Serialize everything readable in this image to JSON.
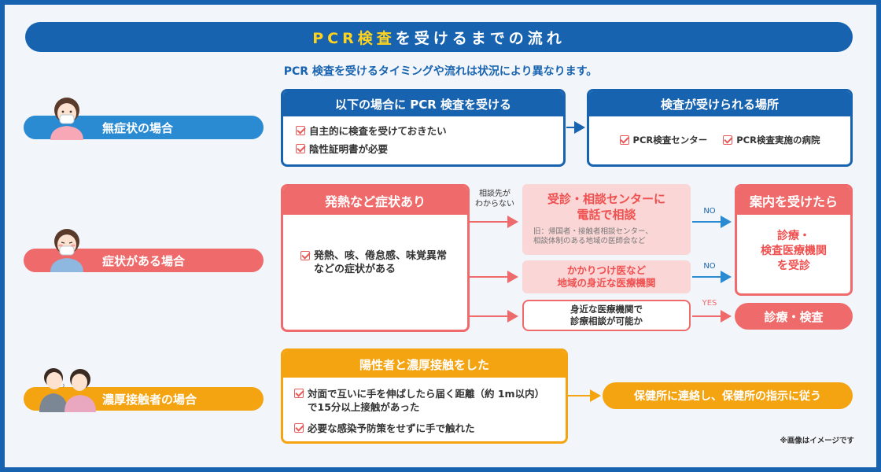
{
  "title": {
    "highlight": "PCR検査",
    "rest": "を受けるまでの流れ"
  },
  "subtitle": "PCR 検査を受けるタイミングや流れは状況により異なります。",
  "rows": {
    "asymptomatic": {
      "label": "無症状の場合",
      "box_header": "以下の場合に PCR 検査を受ける",
      "items": [
        "自主的に検査を受けておきたい",
        "陰性証明書が必要"
      ],
      "places_header": "検査が受けられる場所",
      "places": [
        "PCR検査センター",
        "PCR検査実施の病院"
      ]
    },
    "symptomatic": {
      "label": "症状がある場合",
      "box_header": "発熱など症状あり",
      "item_lines": [
        "発熱、咳、倦怠感、味覚異常",
        "などの症状がある"
      ],
      "consult_note": [
        "相談先が",
        "わからない"
      ],
      "consult_center": [
        "受診・相談センターに",
        "電話で相談"
      ],
      "consult_old": [
        "旧：帰国者・接触者相談センター、",
        "相談体制のある地域の医師会など"
      ],
      "family_doctor": [
        "かかりつけ医など",
        "地域の身近な医療機関"
      ],
      "nearby": [
        "身近な医療機関で",
        "診療相談が可能か"
      ],
      "no1": "NO",
      "no2": "NO",
      "yes": "YES",
      "guide_header": "案内を受けたら",
      "guide_body": [
        "診療・",
        "検査医療機関",
        "を受診"
      ],
      "exam": "診療・検査"
    },
    "contact": {
      "label": "濃厚接触者の場合",
      "box_header": "陽性者と濃厚接触をした",
      "item1": [
        "対面で互いに手を伸ばしたら届く距離（約 1m以内）",
        "で15分以上接触があった"
      ],
      "item2": "必要な感染予防策をせずに手で触れた",
      "action": "保健所に連絡し、保健所の指示に従う"
    }
  },
  "footnote": "※画像はイメージです",
  "colors": {
    "blue": "#1763b0",
    "red": "#ef6b6b",
    "orange": "#f5a411",
    "pink": "#fbd6d6"
  }
}
